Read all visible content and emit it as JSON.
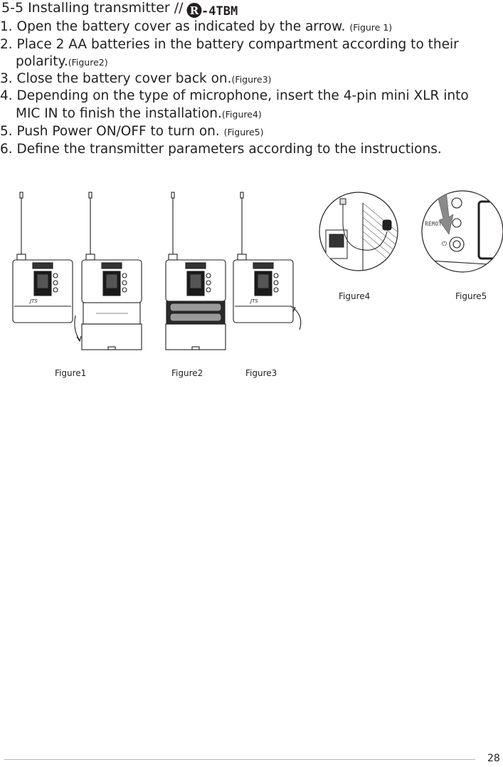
{
  "section": {
    "title": "5-5 Installing transmitter //",
    "logo_text": "-4TBM"
  },
  "steps": [
    {
      "lines": [
        "1. Open the battery cover as indicated by the arrow."
      ],
      "ref": "(Figure 1)"
    },
    {
      "lines": [
        "2. Place 2 AA batteries in the battery compartment according to their",
        "polarity."
      ],
      "ref": "(Figure2)"
    },
    {
      "lines": [
        "3. Close the battery cover back on."
      ],
      "ref": "(Figure3)"
    },
    {
      "lines": [
        "4. Depending on the type of microphone, insert the 4-pin mini XLR into",
        "MIC IN to finish the installation."
      ],
      "ref": "(Figure4)"
    },
    {
      "lines": [
        "5. Push Power ON/OFF to turn on."
      ],
      "ref": "(Figure5)"
    },
    {
      "lines": [
        "6. Define the transmitter parameters according to the instructions."
      ],
      "ref": ""
    }
  ],
  "figures": {
    "figure1": "Figure1",
    "figure2": "Figure2",
    "figure3": "Figure3",
    "figure4": "Figure4",
    "figure5": "Figure5"
  },
  "device": {
    "brand": "JTS",
    "remote_label": "REMOTE"
  },
  "page": {
    "number": "28"
  }
}
